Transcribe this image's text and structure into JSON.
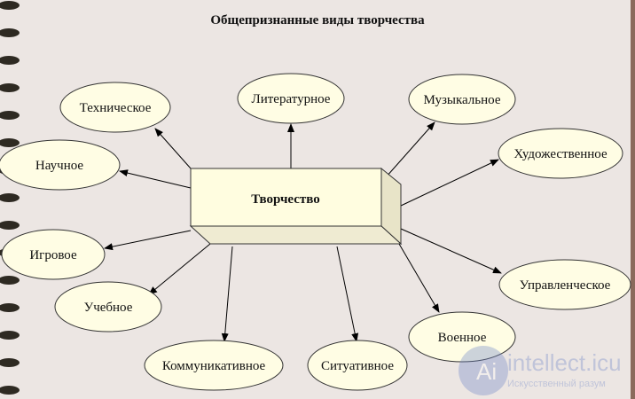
{
  "title": "Общепризнанные виды творчества",
  "center": "Творчество",
  "nodes": [
    "Техническое",
    "Литературное",
    "Музыкальное",
    "Художественное",
    "Научное",
    "Игровое",
    "Управленческое",
    "Учебное",
    "Военное",
    "Коммуникативное",
    "Ситуативное"
  ],
  "watermark": {
    "brand": "intellect.icu",
    "tagline": "Искусственный разум"
  },
  "colors": {
    "background": "#ece6e3",
    "ellipse_fill": "#fffde4",
    "box_fill": "#fffde0",
    "side_fill": "#e8e4c8",
    "frame": "#8b6a5c"
  }
}
